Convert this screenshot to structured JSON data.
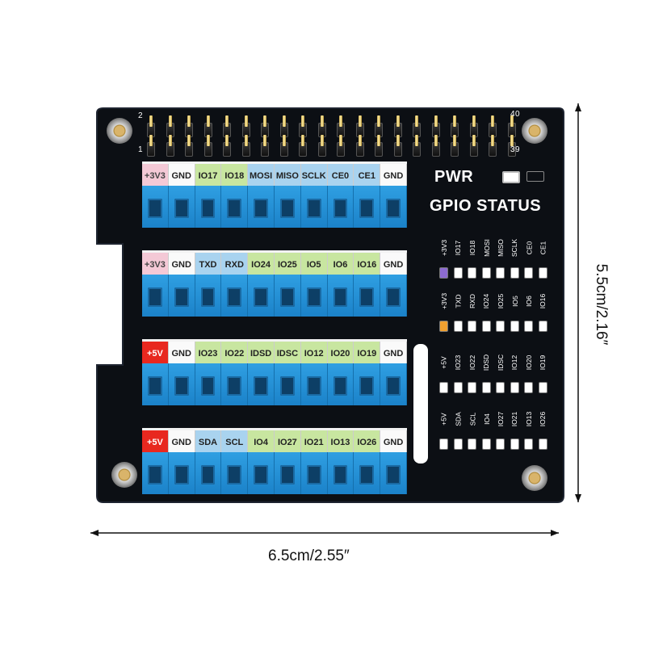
{
  "header_numbers": {
    "top_left": "2",
    "bottom_left": "1",
    "top_right": "40",
    "bottom_right": "39"
  },
  "status_panel": {
    "pwr_label": "PWR",
    "title": "GPIO STATUS"
  },
  "strips": [
    {
      "labels": [
        {
          "text": "+3V3",
          "color": "pink"
        },
        {
          "text": "GND",
          "color": "white"
        },
        {
          "text": "IO17",
          "color": "green"
        },
        {
          "text": "IO18",
          "color": "green"
        },
        {
          "text": "MOSI",
          "color": "blue"
        },
        {
          "text": "MISO",
          "color": "blue"
        },
        {
          "text": "SCLK",
          "color": "blue"
        },
        {
          "text": "CE0",
          "color": "blue"
        },
        {
          "text": "CE1",
          "color": "blue"
        },
        {
          "text": "GND",
          "color": "white"
        }
      ]
    },
    {
      "labels": [
        {
          "text": "+3V3",
          "color": "pink"
        },
        {
          "text": "GND",
          "color": "white"
        },
        {
          "text": "TXD",
          "color": "blue"
        },
        {
          "text": "RXD",
          "color": "blue"
        },
        {
          "text": "IO24",
          "color": "green"
        },
        {
          "text": "IO25",
          "color": "green"
        },
        {
          "text": "IO5",
          "color": "green"
        },
        {
          "text": "IO6",
          "color": "green"
        },
        {
          "text": "IO16",
          "color": "green"
        },
        {
          "text": "GND",
          "color": "white"
        }
      ]
    },
    {
      "labels": [
        {
          "text": "+5V",
          "color": "red"
        },
        {
          "text": "GND",
          "color": "white"
        },
        {
          "text": "IO23",
          "color": "green"
        },
        {
          "text": "IO22",
          "color": "green"
        },
        {
          "text": "IDSD",
          "color": "green"
        },
        {
          "text": "IDSC",
          "color": "green"
        },
        {
          "text": "IO12",
          "color": "green"
        },
        {
          "text": "IO20",
          "color": "green"
        },
        {
          "text": "IO19",
          "color": "green"
        },
        {
          "text": "GND",
          "color": "white"
        }
      ]
    },
    {
      "labels": [
        {
          "text": "+5V",
          "color": "red"
        },
        {
          "text": "GND",
          "color": "white"
        },
        {
          "text": "SDA",
          "color": "blue"
        },
        {
          "text": "SCL",
          "color": "blue"
        },
        {
          "text": "IO4",
          "color": "green"
        },
        {
          "text": "IO27",
          "color": "green"
        },
        {
          "text": "IO21",
          "color": "green"
        },
        {
          "text": "IO13",
          "color": "green"
        },
        {
          "text": "IO26",
          "color": "green"
        },
        {
          "text": "GND",
          "color": "white"
        }
      ]
    }
  ],
  "status_rows": [
    {
      "labels": [
        "+3V3",
        "IO17",
        "IO18",
        "MOSI",
        "MISO",
        "SCLK",
        "CE0",
        "CE1"
      ],
      "leds": [
        "#8c6bd0",
        "#ffffff",
        "#ffffff",
        "#ffffff",
        "#ffffff",
        "#ffffff",
        "#ffffff",
        "#ffffff"
      ]
    },
    {
      "labels": [
        "+3V3",
        "TXD",
        "RXD",
        "IO24",
        "IO25",
        "IO5",
        "IO6",
        "IO16"
      ],
      "leds": [
        "#f0a030",
        "#ffffff",
        "#ffffff",
        "#ffffff",
        "#ffffff",
        "#ffffff",
        "#ffffff",
        "#ffffff"
      ]
    },
    {
      "labels": [
        "+5V",
        "IO23",
        "IO22",
        "IDSD",
        "IDSC",
        "IO12",
        "IO20",
        "IO19"
      ],
      "leds": [
        "#ffffff",
        "#ffffff",
        "#ffffff",
        "#ffffff",
        "#ffffff",
        "#ffffff",
        "#ffffff",
        "#ffffff"
      ]
    },
    {
      "labels": [
        "+5V",
        "SDA",
        "SCL",
        "IO4",
        "IO27",
        "IO21",
        "IO13",
        "IO26"
      ],
      "leds": [
        "#ffffff",
        "#ffffff",
        "#ffffff",
        "#ffffff",
        "#ffffff",
        "#ffffff",
        "#ffffff",
        "#ffffff"
      ]
    }
  ],
  "dimensions": {
    "width_label": "6.5cm/2.55″",
    "height_label": "5.5cm/2.16″"
  }
}
